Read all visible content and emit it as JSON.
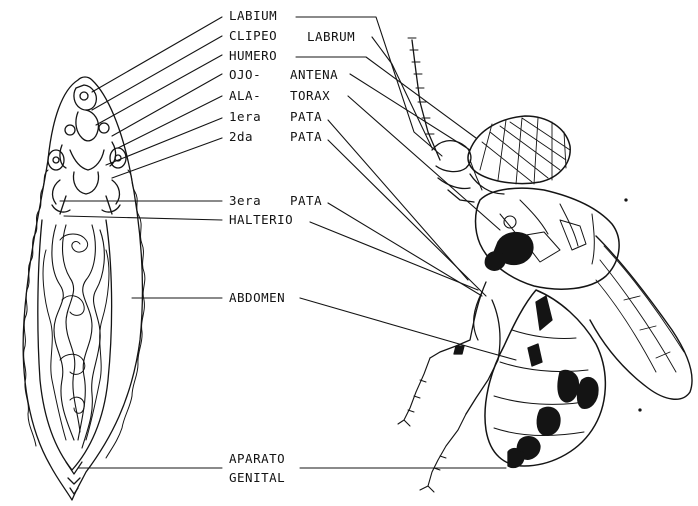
{
  "labels": {
    "labium": "LABIUM",
    "clipeo": "CLIPEO",
    "labrum": "LABRUM",
    "humero": "HUMERO",
    "ojo": "OJO-",
    "antena": "ANTENA",
    "ala": "ALA-",
    "torax": "TORAX",
    "pata1_num": "1era",
    "pata1": "PATA",
    "pata2_num": "2da",
    "pata2": "PATA",
    "pata3_num": "3era",
    "pata3": "PATA",
    "halterio": "HALTERIO",
    "abdomen": "ABDOMEN",
    "aparato": "APARATO",
    "genital": "GENITAL"
  },
  "colors": {
    "ink": "#141414",
    "background": "#ffffff"
  }
}
